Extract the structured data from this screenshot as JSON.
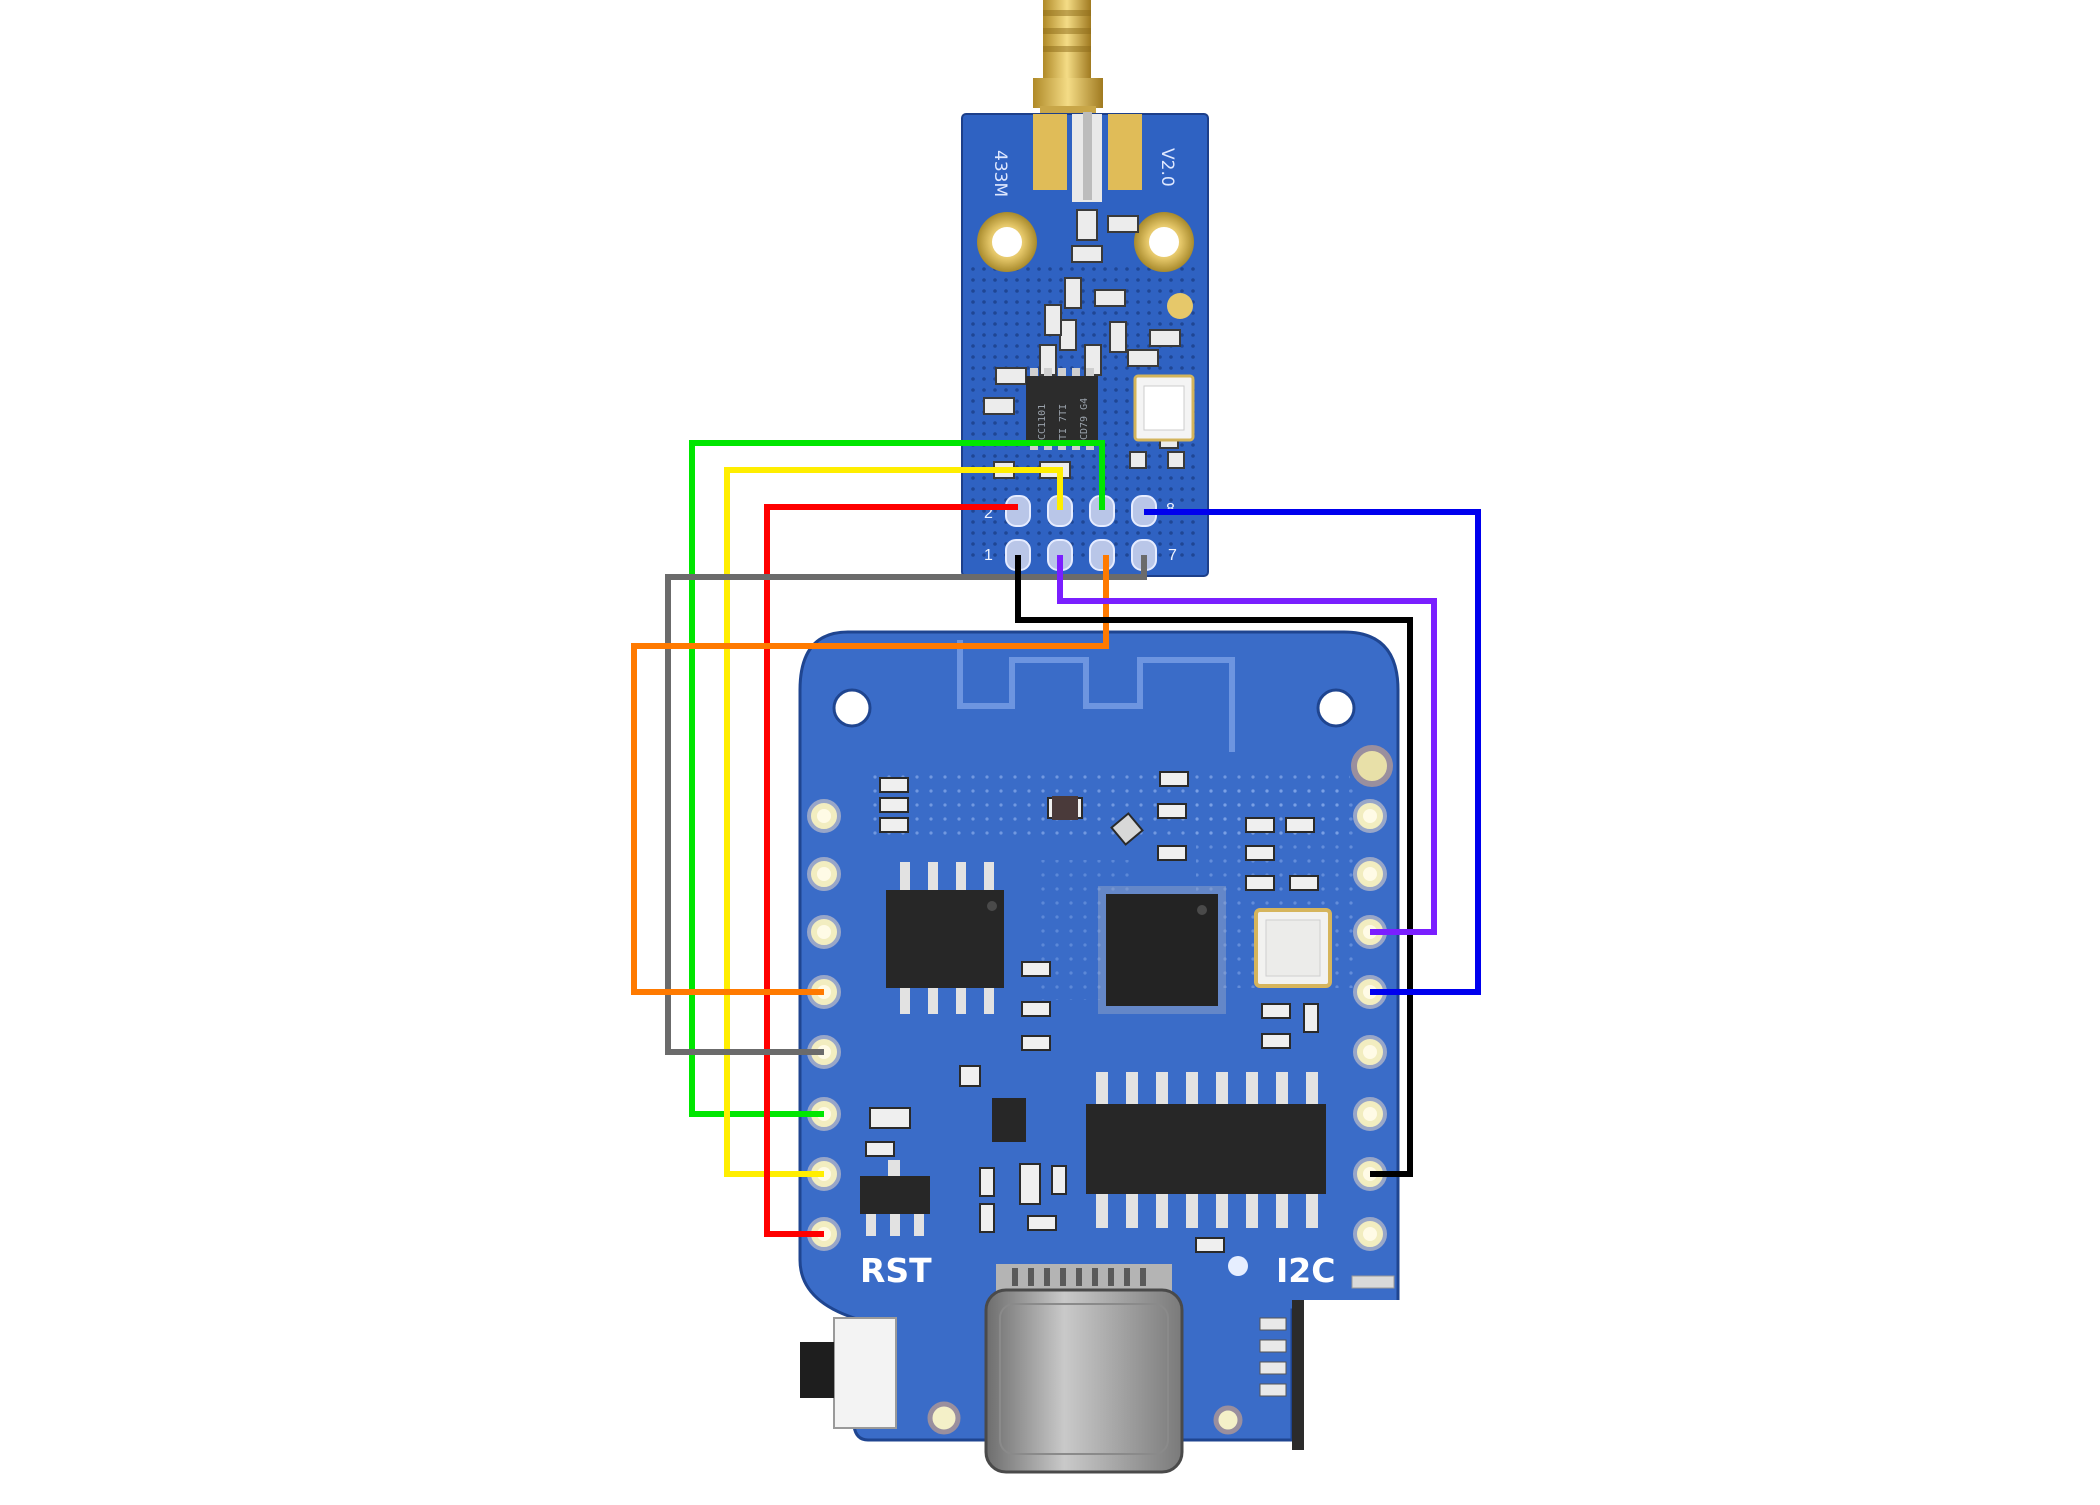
{
  "rf_module": {
    "freq_label": "433M",
    "version_label": "V2.0",
    "chip_lines": [
      "CC1101",
      "TI 7TI",
      "CD79 G4"
    ],
    "pin_numbers": {
      "p2": "2",
      "p8": "8",
      "p1": "1",
      "p7": "7"
    }
  },
  "mcu_board": {
    "reset_label": "RST",
    "i2c_label": "I2C"
  },
  "colors": {
    "wire_green": "#00e600",
    "wire_yellow": "#ffee00",
    "wire_red": "#ff0000",
    "wire_gray": "#6b6b6b",
    "wire_orange": "#ff7a00",
    "wire_black": "#000000",
    "wire_purple": "#7a1fff",
    "wire_blue": "#0000ee",
    "pcb_blue": "#2f62c2"
  }
}
